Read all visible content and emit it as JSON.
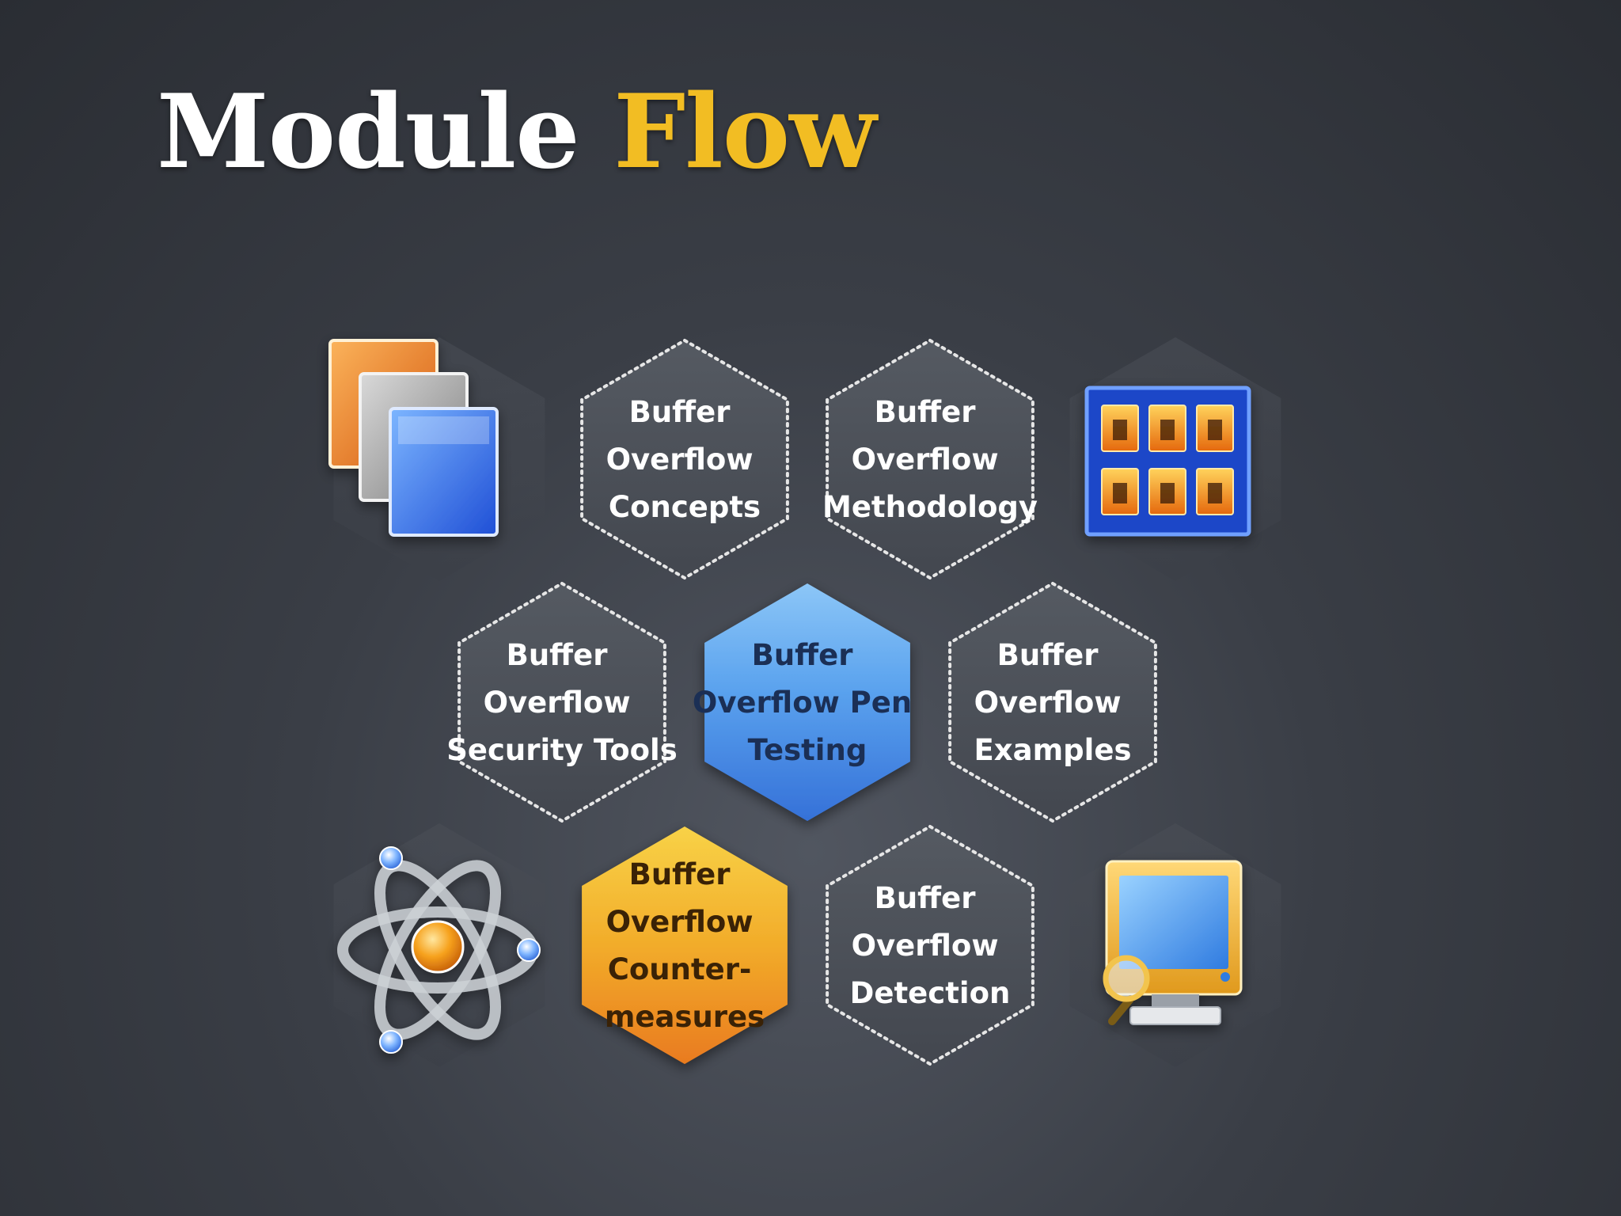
{
  "slide": {
    "title_part1": "Module",
    "title_part2": "Flow"
  },
  "colors": {
    "background": "#3a3e46",
    "title_white": "#ffffff",
    "title_gold": "#f2bd23",
    "hex_gray": "#4a4e56",
    "hex_blue": "#4a8fe6",
    "hex_orange": "#f0a524",
    "dotted_border": "#e6e6e6"
  },
  "modules": [
    {
      "name": "concepts",
      "lines": [
        "Buffer",
        "Overflow",
        "Concepts"
      ],
      "style": "gray"
    },
    {
      "name": "methodology",
      "lines": [
        "Buffer",
        "Overflow",
        "Methodology"
      ],
      "style": "gray"
    },
    {
      "name": "security-tools",
      "lines": [
        "Buffer",
        "Overflow",
        "Security Tools"
      ],
      "style": "gray"
    },
    {
      "name": "pen-testing",
      "lines": [
        "Buffer",
        "Overflow Pen",
        "Testing"
      ],
      "style": "blue"
    },
    {
      "name": "examples",
      "lines": [
        "Buffer",
        "Overflow",
        "Examples"
      ],
      "style": "gray"
    },
    {
      "name": "countermeasures",
      "lines": [
        "Buffer",
        "Overflow",
        "Counter-",
        "measures"
      ],
      "style": "orange"
    },
    {
      "name": "detection",
      "lines": [
        "Buffer",
        "Overflow",
        "Detection"
      ],
      "style": "gray"
    }
  ],
  "icons": [
    {
      "name": "documents-stack-icon"
    },
    {
      "name": "window-grid-icon"
    },
    {
      "name": "atom-icon"
    },
    {
      "name": "computer-monitor-icon"
    }
  ]
}
